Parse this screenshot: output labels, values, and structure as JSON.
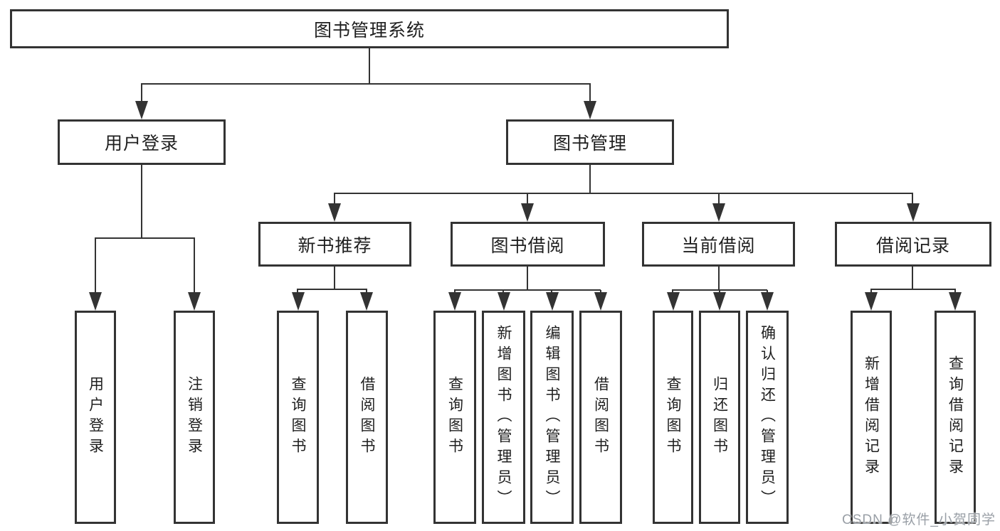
{
  "diagram_title": "图书管理系统",
  "nodes": {
    "root": {
      "label": "图书管理系统"
    },
    "user_login_group": {
      "label": "用户登录"
    },
    "book_management": {
      "label": "图书管理"
    },
    "new_book_recommend": {
      "label": "新书推荐"
    },
    "book_borrowing": {
      "label": "图书借阅"
    },
    "current_borrowing": {
      "label": "当前借阅"
    },
    "borrowing_records": {
      "label": "借阅记录"
    },
    "leaves": {
      "user_login": "用户登录",
      "logout": "注销登录",
      "nb_query_books": "查询图书",
      "nb_borrow_books": "借阅图书",
      "bb_query_books": "查询图书",
      "bb_add_books": "新增图书（管理员）",
      "bb_edit_books": "编辑图书（管理员）",
      "bb_borrow_books": "借阅图书",
      "cb_query_books": "查询图书",
      "cb_return_books": "归还图书",
      "cb_confirm_return": "确认归还（管理员）",
      "br_add_record": "新增借阅记录",
      "br_query_record": "查询借阅记录"
    }
  },
  "watermark": "CSDN @软件_小贺同学",
  "colors": {
    "line": "#333333",
    "text": "#1f1f1f",
    "watermark": "#999fa6",
    "background": "#ffffff"
  }
}
